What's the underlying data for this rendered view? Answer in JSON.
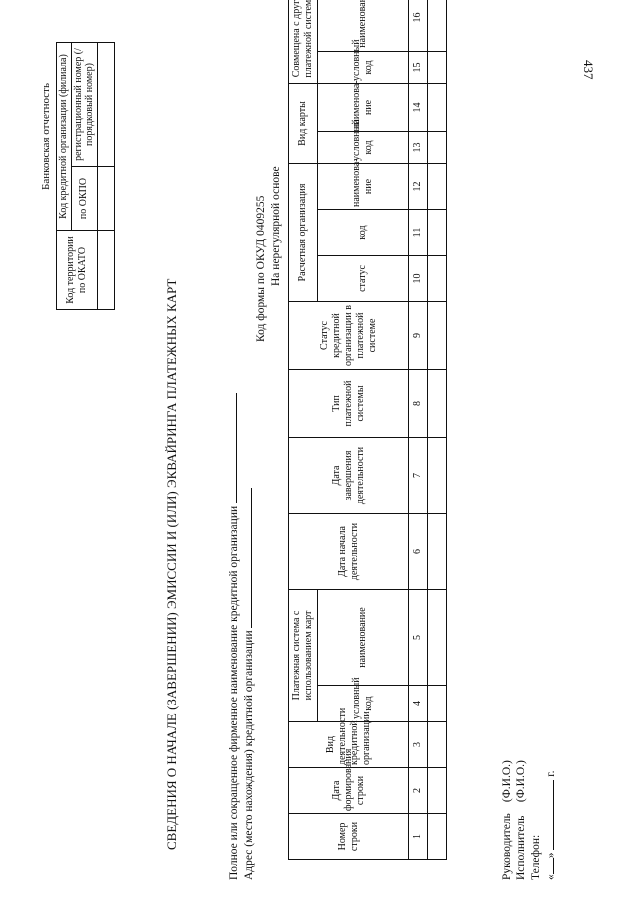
{
  "page_number": "437",
  "header": {
    "bank_report": "Банковская отчетность",
    "code_table": {
      "okato": "Код территории по ОКАТО",
      "credit_org_code": "Код кредитной организации (филиала)",
      "okpo": "по ОКПО",
      "reg_number": "регистрационный номер (/порядковый номер)"
    },
    "title": "СВЕДЕНИЯ О НАЧАЛЕ (ЗАВЕРШЕНИИ) ЭМИССИИ И (ИЛИ) ЭКВАЙРИНГА ПЛАТЕЖНЫХ КАРТ",
    "okud": "Код формы по ОКУД 0409255",
    "periodicity": "На нерегулярной основе",
    "org_name_label": "Полное или сокращенное фирменное наименование кредитной организации",
    "address_label": "Адрес (место нахождения) кредитной организации"
  },
  "table": {
    "columns": {
      "row_number": "Номер строки",
      "row_date": "Дата формирования строки",
      "activity_type": "Вид деятельности кредитной организации",
      "payment_system_group": "Платежная система с использованием карт",
      "conditional_code": "условный код",
      "name": "наименование",
      "start_date": "Дата начала деятельности",
      "end_date": "Дата завершения деятельности",
      "payment_system_type": "Тип платежной системы",
      "credit_org_status": "Статус кредитной организации в платежной системе",
      "settlement_group": "Расчетная организация",
      "status": "статус",
      "code": "код",
      "settlement_name": "наименова-ние",
      "card_type_group": "Вид карты",
      "card_name": "наименова-ние",
      "compatible_group": "Совмещена с другой платежной системой"
    },
    "numbers": [
      "1",
      "2",
      "3",
      "4",
      "5",
      "6",
      "7",
      "8",
      "9",
      "10",
      "11",
      "12",
      "13",
      "14",
      "15",
      "16"
    ]
  },
  "signatures": {
    "head": "Руководитель",
    "executor": "Исполнитель",
    "phone": "Телефон:",
    "fio": "(Ф.И.О.)",
    "date_open": "«",
    "date_close": "»",
    "year": "г."
  }
}
